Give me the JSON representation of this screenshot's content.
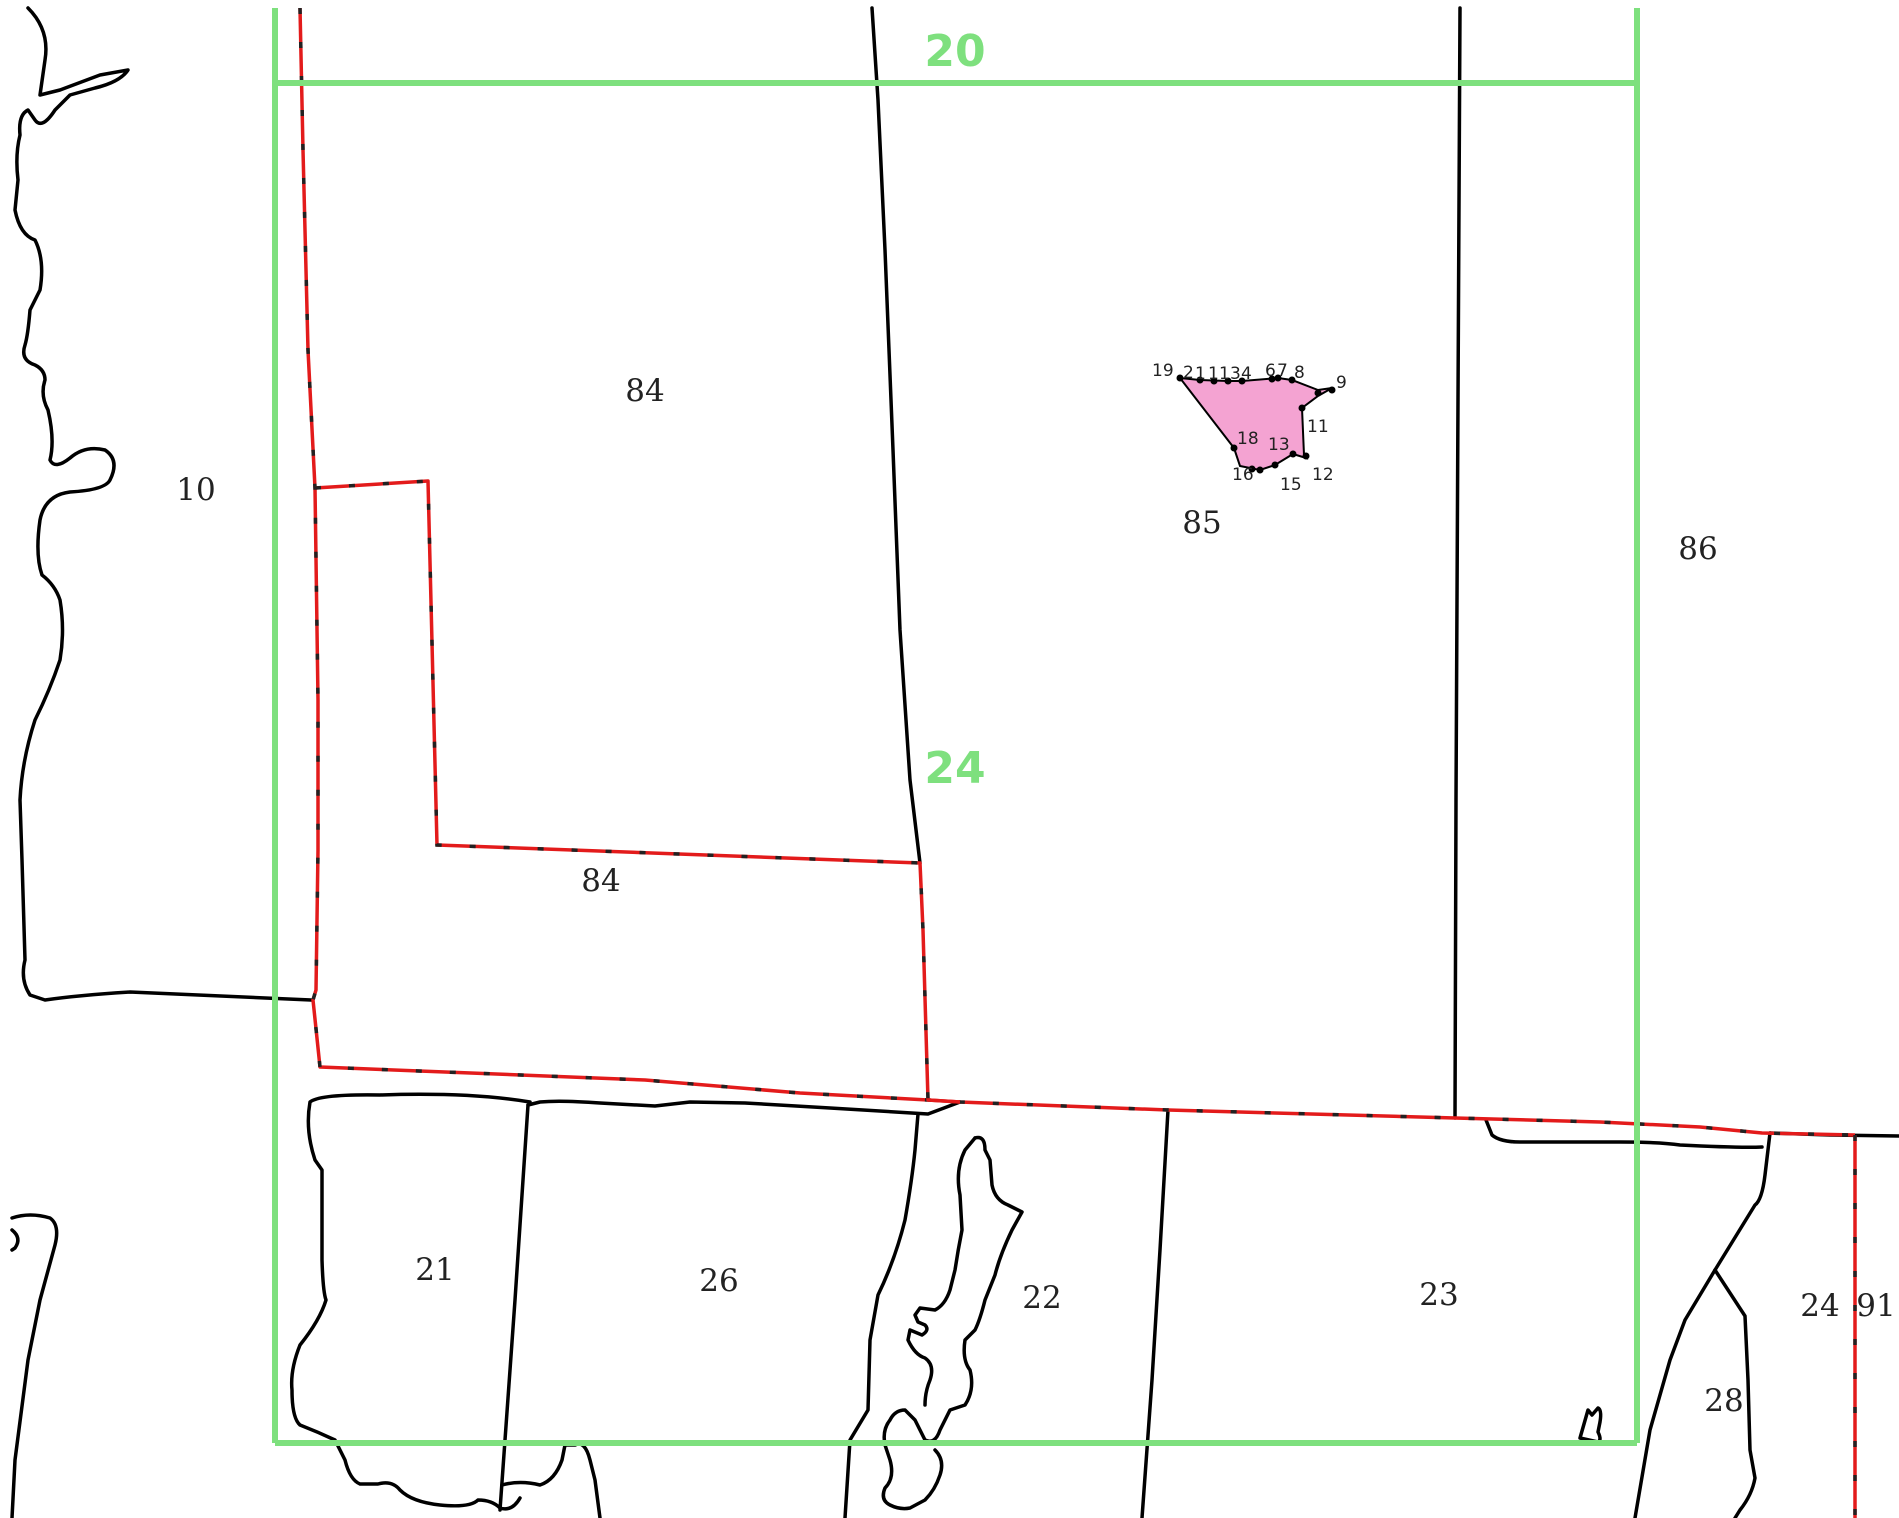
{
  "map": {
    "grid_labels": [
      "20",
      "24"
    ],
    "parcel_labels": [
      "84",
      "84",
      "85",
      "86",
      "10",
      "21",
      "26",
      "22",
      "23",
      "24",
      "91",
      "28"
    ],
    "vertex_labels": [
      "19",
      "2",
      "1",
      "1",
      "1",
      "3",
      "4",
      "6",
      "7",
      "8",
      "9",
      "11",
      "18",
      "13",
      "16",
      "15",
      "12"
    ],
    "colors": {
      "grid": "#7ee07e",
      "boundary": "#e31b1b",
      "parcel_line": "#000000",
      "highlight_fill": "#f4a3d2"
    }
  }
}
